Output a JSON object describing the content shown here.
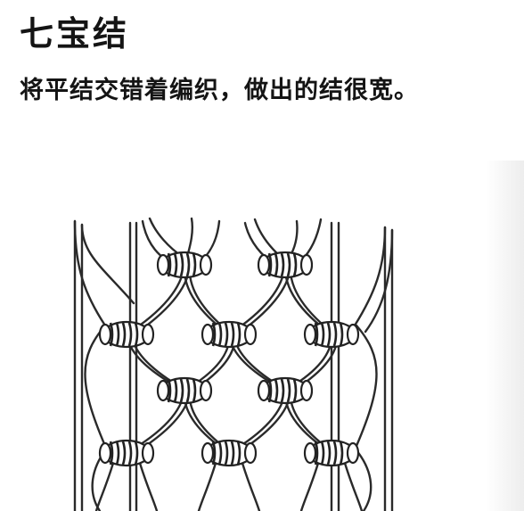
{
  "header": {
    "title": "七宝结",
    "subtitle": "将平结交错着编织，做出的结很宽。"
  },
  "diagram": {
    "knot_rows": [
      {
        "row": 1,
        "knots": 2
      },
      {
        "row": 2,
        "knots": 3
      },
      {
        "row": 3,
        "knots": 2
      },
      {
        "row": 4,
        "knots": 3
      }
    ]
  }
}
